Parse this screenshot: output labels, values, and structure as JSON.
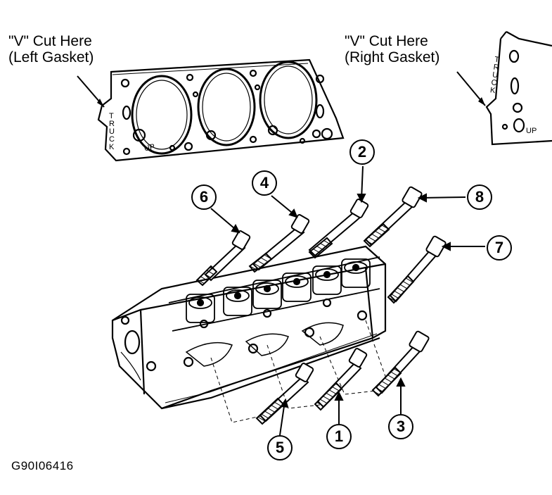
{
  "labels": {
    "left_gasket": "\"V\" Cut Here\n(Left Gasket)",
    "right_gasket": "\"V\" Cut Here\n(Right Gasket)"
  },
  "gasket_marks": {
    "left_truck": "TRUCK",
    "left_up": "UP",
    "right_truck": "TRUCK",
    "right_up": "UP"
  },
  "callouts": [
    "1",
    "2",
    "3",
    "4",
    "5",
    "6",
    "7",
    "8"
  ],
  "figure_id": "G90I06416"
}
